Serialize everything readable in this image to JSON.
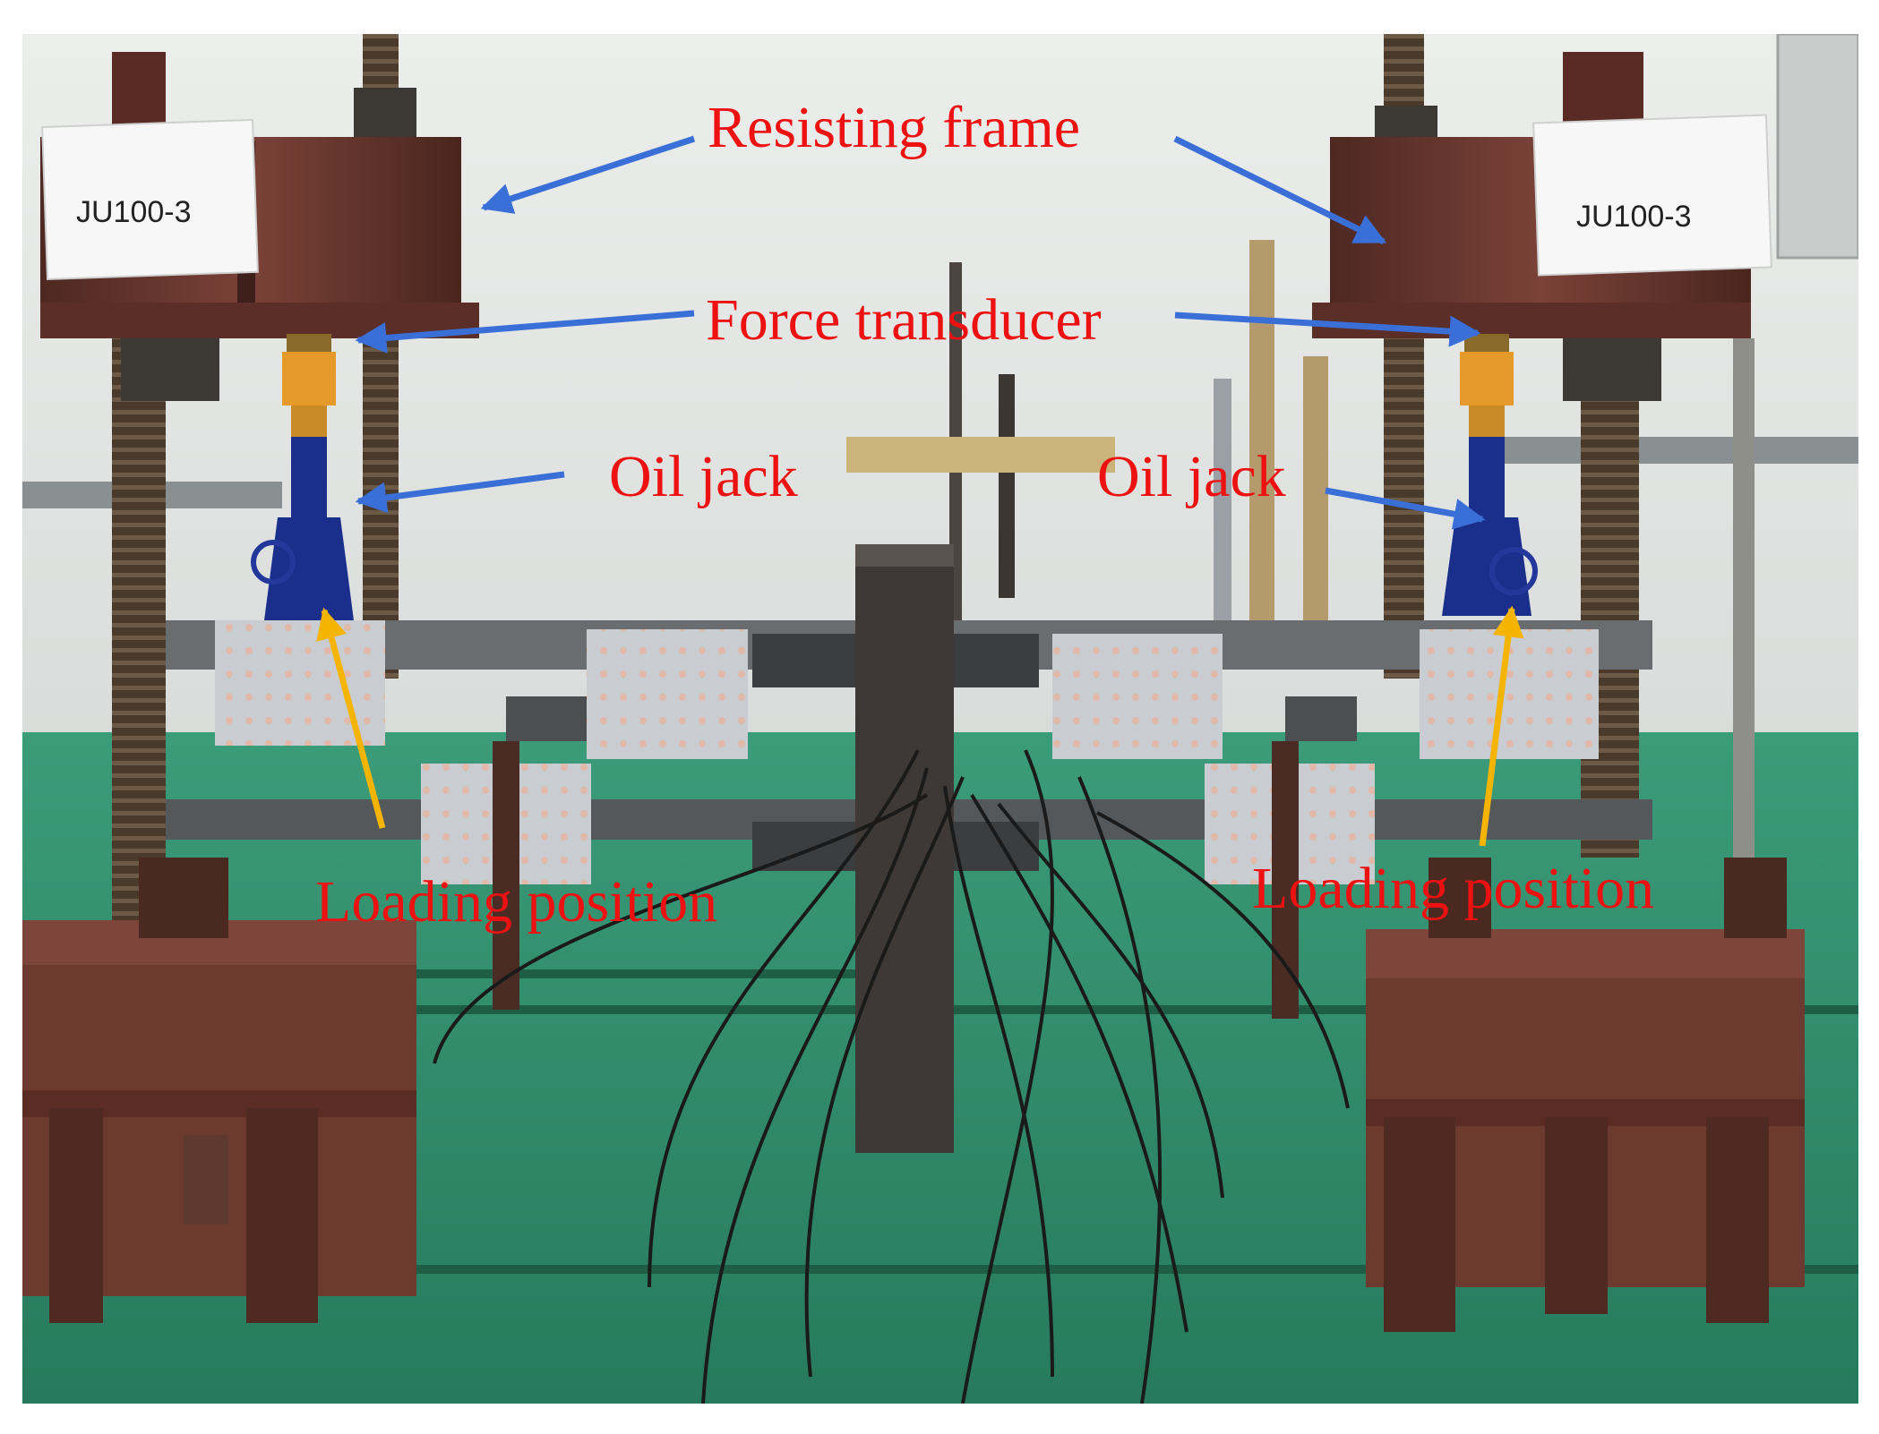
{
  "labels": {
    "resisting_frame": "Resisting frame",
    "force_transducer": "Force transducer",
    "oil_jack_left": "Oil jack",
    "oil_jack_right": "Oil jack",
    "loading_position_left": "Loading position",
    "loading_position_right": "Loading position"
  },
  "specimen_tags": {
    "left": "JU100-3",
    "right": "JU100-3"
  },
  "colors": {
    "label_text": "#ee1111",
    "pointer_arrow": "#3a6fd8",
    "loading_arrow": "#f5b400",
    "frame_steel": "#6b3a30",
    "jack_blue": "#1a2f8c",
    "floor_green": "#2e8b6a",
    "wall": "#e4e6e4"
  }
}
